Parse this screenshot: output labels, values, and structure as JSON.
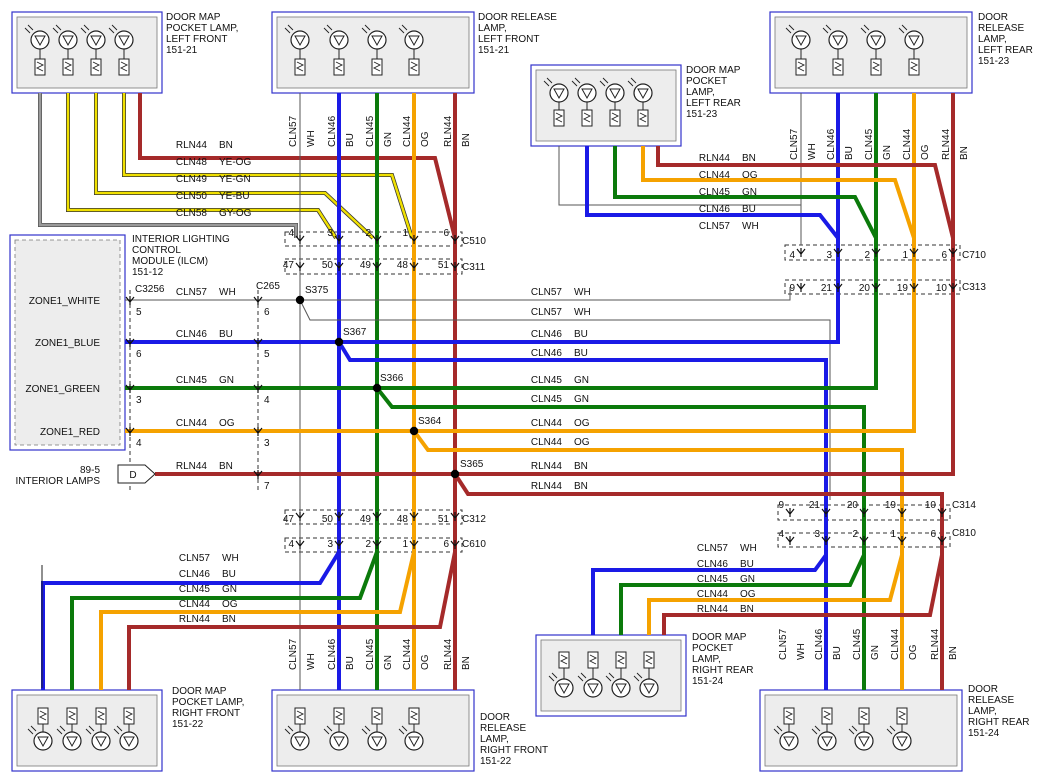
{
  "components": {
    "lf_pocket": {
      "lines": [
        "DOOR MAP",
        "POCKET LAMP,",
        "LEFT FRONT",
        "151-21"
      ]
    },
    "lf_release": {
      "lines": [
        "DOOR RELEASE",
        "LAMP,",
        "LEFT FRONT",
        "151-21"
      ]
    },
    "lr_pocket": {
      "lines": [
        "DOOR MAP",
        "POCKET",
        "LAMP,",
        "LEFT REAR",
        "151-23"
      ]
    },
    "lr_release": {
      "lines": [
        "DOOR",
        "RELEASE",
        "LAMP,",
        "LEFT REAR",
        "151-23"
      ]
    },
    "ilcm": {
      "lines": [
        "INTERIOR LIGHTING",
        "CONTROL",
        "MODULE (ILCM)",
        "151-12"
      ]
    },
    "rf_pocket": {
      "lines": [
        "DOOR MAP",
        "POCKET LAMP,",
        "RIGHT FRONT",
        "151-22"
      ]
    },
    "rf_release": {
      "lines": [
        "DOOR",
        "RELEASE",
        "LAMP,",
        "RIGHT FRONT",
        "151-22"
      ]
    },
    "rr_pocket": {
      "lines": [
        "DOOR MAP",
        "POCKET",
        "LAMP,",
        "RIGHT REAR",
        "151-24"
      ]
    },
    "rr_release": {
      "lines": [
        "DOOR",
        "RELEASE",
        "LAMP,",
        "RIGHT REAR",
        "151-24"
      ]
    }
  },
  "ilcm_pins": [
    "ZONE1_WHITE",
    "ZONE1_BLUE",
    "ZONE1_GREEN",
    "ZONE1_RED"
  ],
  "ilcm_pin_numbers": [
    "5",
    "6",
    "3",
    "4"
  ],
  "c265_pins": [
    "6",
    "5",
    "4",
    "3",
    "7"
  ],
  "interior_lamps": {
    "ref": "89-5",
    "label": "INTERIOR LAMPS",
    "tag": "D"
  },
  "connectors": [
    "C3256",
    "C265",
    "C510",
    "C311",
    "C312",
    "C610",
    "C710",
    "C313",
    "C314",
    "C810"
  ],
  "splices": [
    "S375",
    "S367",
    "S366",
    "S364",
    "S365"
  ],
  "circuits": {
    "white": {
      "code": "CLN57",
      "color": "WH"
    },
    "blue": {
      "code": "CLN46",
      "color": "BU"
    },
    "green": {
      "code": "CLN45",
      "color": "GN"
    },
    "orange": {
      "code": "CLN44",
      "color": "OG"
    },
    "brown": {
      "code": "RLN44",
      "color": "BN"
    },
    "cln48": {
      "code": "CLN48",
      "color": "YE-OG"
    },
    "cln49": {
      "code": "CLN49",
      "color": "YE-GN"
    },
    "cln50": {
      "code": "CLN50",
      "color": "YE-BU"
    },
    "cln58": {
      "code": "CLN58",
      "color": "GY-OG"
    }
  },
  "pins": {
    "c510": [
      "4",
      "3",
      "2",
      "1",
      "6"
    ],
    "c311": [
      "47",
      "50",
      "49",
      "48",
      "51"
    ],
    "c312": [
      "47",
      "50",
      "49",
      "48",
      "51"
    ],
    "c610": [
      "4",
      "3",
      "2",
      "1",
      "6"
    ],
    "c710": [
      "4",
      "3",
      "2",
      "1",
      "6"
    ],
    "c313": [
      "9",
      "21",
      "20",
      "19",
      "10"
    ],
    "c314": [
      "9",
      "21",
      "20",
      "19",
      "10"
    ],
    "c810": [
      "4",
      "3",
      "2",
      "1",
      "6"
    ]
  },
  "colors": {
    "white": "#ffffff",
    "blue": "#1a1ae6",
    "green": "#0b7a0b",
    "orange": "#f5a200",
    "brown": "#a52a2a",
    "yellow": "#f0e000",
    "gray": "#9a9a9a",
    "frame": "#3333cc"
  }
}
